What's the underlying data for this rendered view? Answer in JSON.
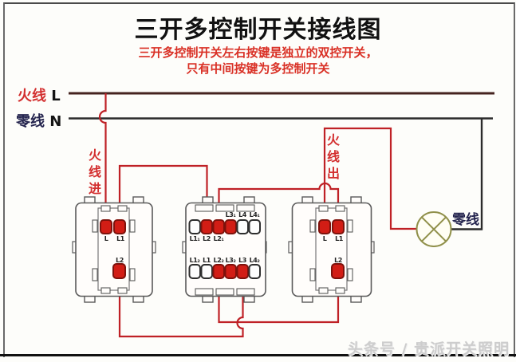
{
  "header": {
    "title": "三开多控制开关接线图",
    "subtitle1": "三开多控制开关左右按键是独立的双控开关，",
    "subtitle2": "只有中间按键为多控制开关"
  },
  "bus": {
    "live_label": "火线",
    "live_letter": "L",
    "neutral_label": "零线",
    "neutral_letter": "N"
  },
  "annotations": {
    "live_in": "火线进",
    "live_out": "火线出",
    "lamp_neutral": "零线"
  },
  "switch1": {
    "terminals": {
      "l": "L",
      "l1": "L1",
      "l2": "L2"
    }
  },
  "switch2": {
    "top_labels": [
      "L1₁",
      "L2",
      "L2₁",
      "L3₁",
      "L4",
      "L4₁"
    ],
    "bottom_labels": [
      "L1₂",
      "L1",
      "L2₂",
      "L3₂",
      "L3",
      "L4₂"
    ]
  },
  "switch3": {
    "terminals": {
      "l": "L",
      "l1": "L1",
      "l2": "L2"
    }
  },
  "watermark": "头条号 / 贵派开关照明",
  "colors": {
    "wire_red": "#bf2126",
    "live_line": "#45231f",
    "neutral_line": "#2b2b2b",
    "terminal_red": "#d21d15",
    "lamp_olive": "#90904a",
    "subtitle_red": "#d93025",
    "watermark_gray": "#cdcdcd"
  }
}
